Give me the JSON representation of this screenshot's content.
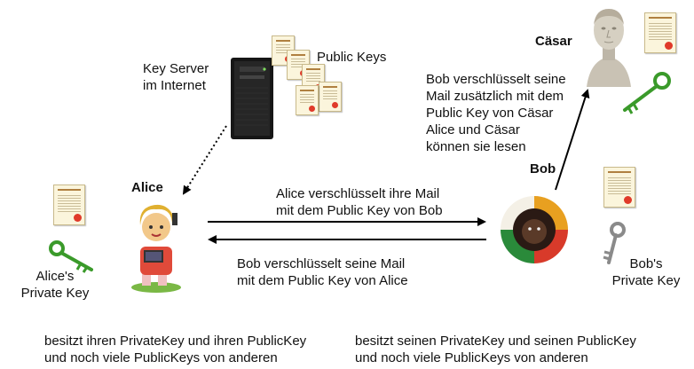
{
  "labels": {
    "key_server": [
      "Key Server",
      "im Internet"
    ],
    "public_keys": "Public Keys",
    "caesar": "Cäsar",
    "bob_to_caesar": [
      "Bob verschlüsselt seine",
      "Mail zusätzlich mit dem",
      "Public Key von Cäsar",
      "Alice und Cäsar",
      "können sie lesen"
    ],
    "bob": "Bob",
    "alice": "Alice",
    "alice_to_bob": [
      "Alice verschlüsselt ihre Mail",
      "mit dem Public Key von Bob"
    ],
    "bob_to_alice": [
      "Bob verschlüsselt seine Mail",
      "mit dem Public Key von Alice"
    ],
    "alice_private_key": [
      "Alice's",
      "Private Key"
    ],
    "bob_private_key": [
      "Bob's",
      "Private Key"
    ],
    "alice_footer": [
      "besitzt ihren PrivateKey und ihren PublicKey",
      "und noch viele PublicKeys von anderen"
    ],
    "bob_footer": [
      "besitzt seinen PrivateKey und seinen PublicKey",
      "und noch viele PublicKeys von anderen"
    ]
  },
  "icons": {
    "key_server": "server-tower-icon",
    "certificates": "certificate-icon",
    "alice": "alice-figure-icon",
    "bob": "bob-portrait-icon",
    "caesar": "caesar-bust-icon",
    "green_key": "green-key-icon",
    "grey_key": "grey-key-icon"
  },
  "colors": {
    "green_key": "#3a9a2a",
    "grey_key": "#8a8a8a",
    "arrow": "#000000",
    "certificate_seal": "#e03a2a"
  }
}
